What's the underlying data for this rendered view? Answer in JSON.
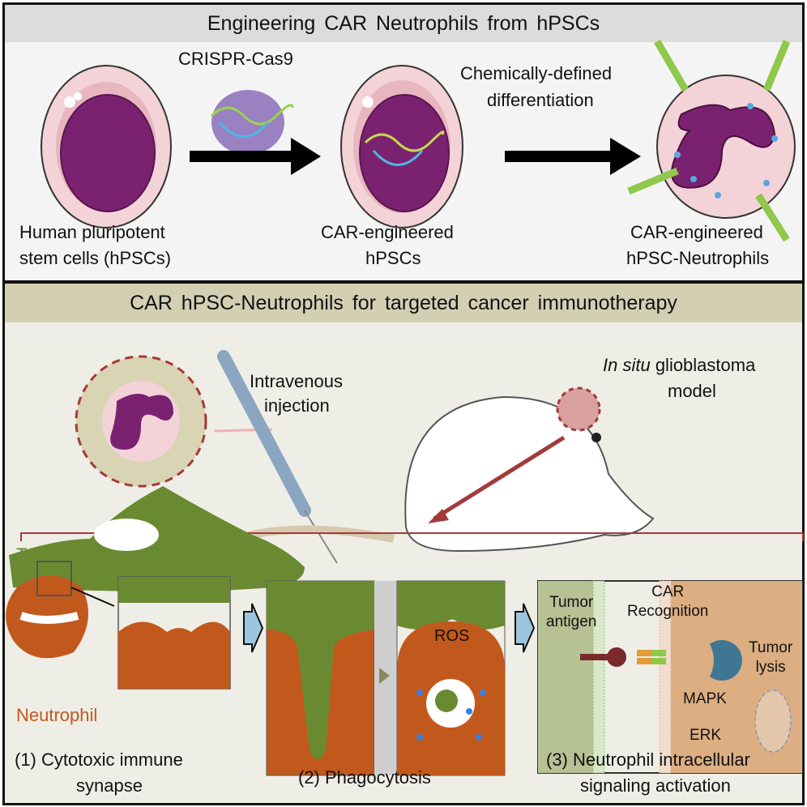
{
  "top_panel": {
    "title": "Engineering CAR Neutrophils from hPSCs",
    "step1_label": "CRISPR-Cas9",
    "step2_label_line1": "Chemically-defined",
    "step2_label_line2": "differentiation",
    "cell1_line1": "Human pluripotent",
    "cell1_line2": "stem cells (hPSCs)",
    "cell2_line1": "CAR-engineered",
    "cell2_line2": "hPSCs",
    "cell3_line1": "CAR-engineered",
    "cell3_line2": "hPSC-Neutrophils"
  },
  "bottom_panel": {
    "title": "CAR hPSC-Neutrophils  for targeted cancer immunotherapy",
    "injection_line1": "Intravenous",
    "injection_line2": "injection",
    "model_italic": "In situ",
    "model_rest": " glioblastoma",
    "model_line2": "model",
    "tumor_cell_label": "Tumor cell",
    "neutrophil_label": "Neutrophil",
    "ros_label": "ROS",
    "tumor_antigen_line1": "Tumor",
    "tumor_antigen_line2": "antigen",
    "car_line1": "CAR",
    "car_line2": "Recognition",
    "mapk_label": "MAPK",
    "erk_label": "ERK",
    "lysis_line1": "Tumor",
    "lysis_line2": "lysis",
    "caption1_line1": "(1) Cytotoxic immune",
    "caption1_line2": "synapse",
    "caption2": "(2) Phagocytosis",
    "caption3_line1": "(3) Neutrophil intracellular",
    "caption3_line2": "signaling activation"
  },
  "colors": {
    "tumor_green": "#6a8a32",
    "neutrophil_orange": "#c2591c",
    "nucleus_purple": "#7a2270",
    "cell_pink": "#f0ccd2",
    "highlight_red": "#a33a3a",
    "arrow_blue": "#9cc6de"
  }
}
